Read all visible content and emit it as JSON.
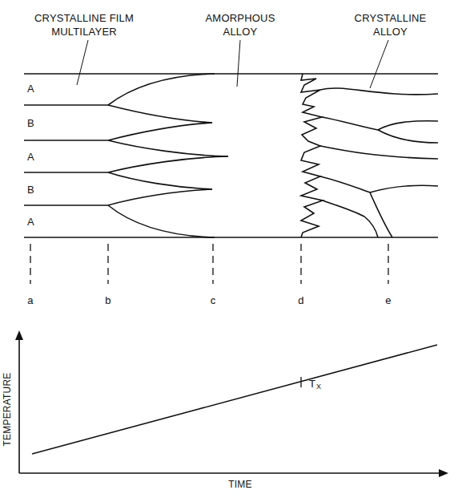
{
  "diagram": {
    "labels": [
      "CRYSTALLINE FILM MULTILAYER",
      "AMORPHOUS ALLOY",
      "CRYSTALLINE ALLOY",
      "A",
      "B",
      "A",
      "B",
      "A",
      "a",
      "b",
      "c",
      "d",
      "e",
      "TEMPERATURE",
      "T",
      "X",
      "TIME"
    ]
  }
}
